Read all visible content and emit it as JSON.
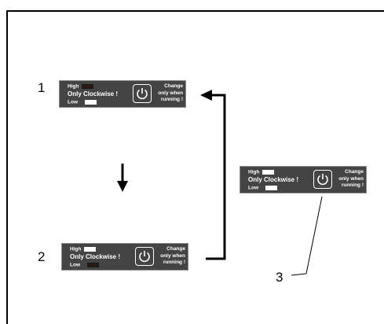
{
  "steps": [
    {
      "number": "1",
      "high_state": "off",
      "low_state": "on"
    },
    {
      "number": "2",
      "high_state": "on",
      "low_state": "off"
    }
  ],
  "detail": {
    "number": "3",
    "high_state": "on",
    "low_state": "on"
  },
  "panel": {
    "high_label": "High",
    "low_label": "Low",
    "main_label": "Only Clockwise !",
    "note_line1": "Change",
    "note_line2": "only when",
    "note_line3": "running !",
    "power_icon": "power-icon"
  },
  "colors": {
    "panel_bg": "#444444",
    "switch_on": "#ffffff",
    "switch_off": "#2a1a14"
  }
}
